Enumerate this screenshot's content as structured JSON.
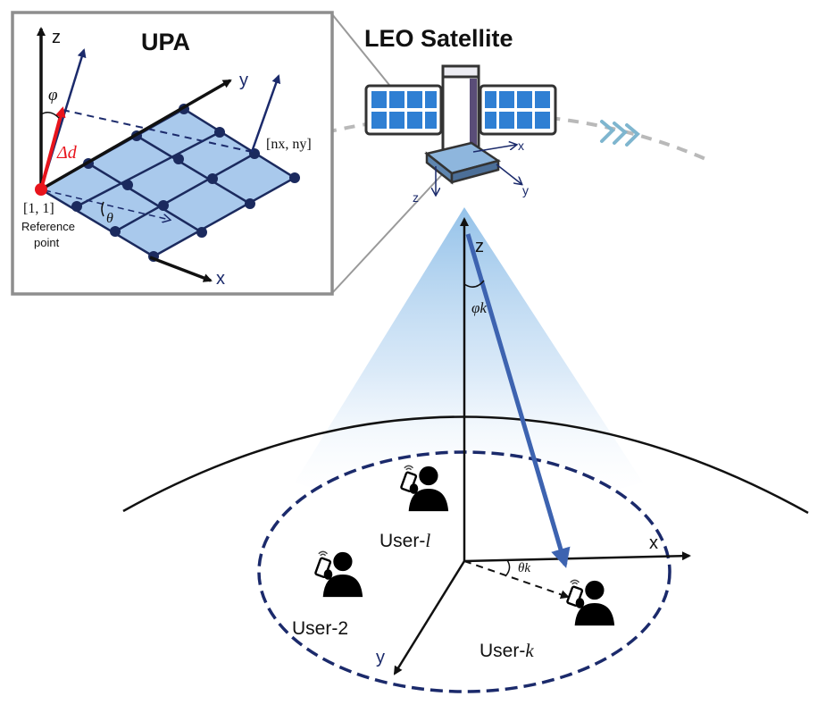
{
  "titles": {
    "upa": "UPA",
    "leo": "LEO Satellite"
  },
  "upa_panel": {
    "axis_z": "z",
    "axis_y": "y",
    "axis_x": "x",
    "phi": "φ",
    "theta": "θ",
    "delta_d": "Δd",
    "corner_label": "[nx, ny]",
    "origin_label": "[1, 1]",
    "reference_line1": "Reference",
    "reference_line2": "point"
  },
  "satellite": {
    "axis_x": "x",
    "axis_y": "y",
    "axis_z": "z"
  },
  "ground": {
    "axis_z": "z",
    "axis_x": "x",
    "axis_y": "y",
    "phi_k": "φk",
    "theta_k": "θk",
    "users": [
      {
        "label": "User-",
        "index": "l"
      },
      {
        "label": "User-2",
        "index": ""
      },
      {
        "label": "User-",
        "index": "k"
      }
    ]
  },
  "colors": {
    "navy": "#1b2a6b",
    "grid_fill": "#a9c9ec",
    "grid_node": "#1b2a5e",
    "reference_red": "#e8141c",
    "beam_blue": "#3d63b0",
    "beam_light": "#cfe3f6",
    "panel_border": "#8e8e8e",
    "solar_blue": "#2f7fd3"
  },
  "icons": [
    "user-with-phone-icon",
    "satellite-icon",
    "chevron-arrows-icon"
  ]
}
